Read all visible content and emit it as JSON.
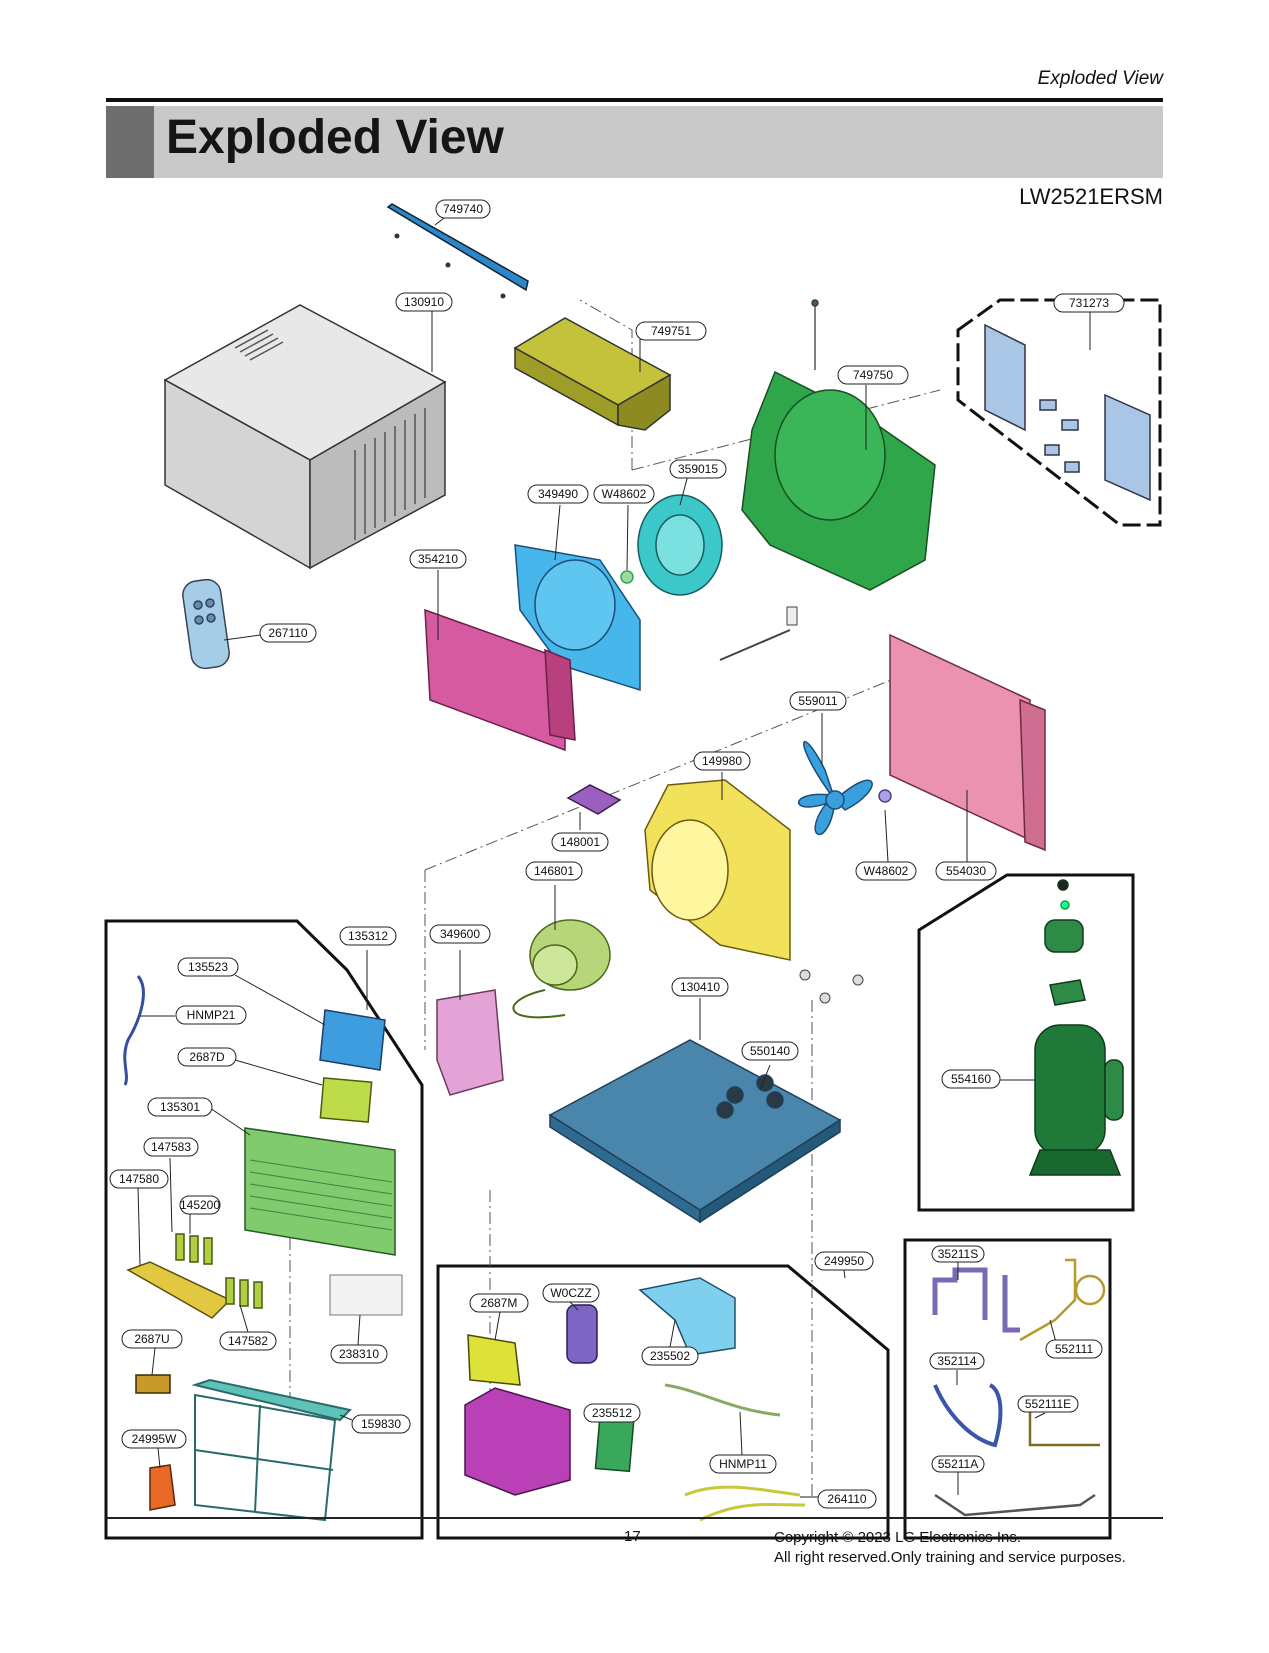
{
  "header": {
    "section_label": "Exploded View",
    "title": "Exploded View",
    "model": "LW2521ERSM"
  },
  "callouts": [
    "749740",
    "130910",
    "749751",
    "749750",
    "731273",
    "359015",
    "349490",
    "W48602",
    "354210",
    "267110",
    "559011",
    "149980",
    "148001",
    "146801",
    "W48602",
    "554030",
    "135312",
    "349600",
    "135523",
    "HNMP21",
    "2687D",
    "135301",
    "147583",
    "147580",
    "145200",
    "130410",
    "550140",
    "554160",
    "249950",
    "35211S",
    "552111",
    "352114",
    "552111E",
    "55211A",
    "W0CZZ",
    "2687M",
    "235502",
    "235512",
    "HNMP11",
    "264110",
    "238310",
    "147582",
    "2687U",
    "159830",
    "24995W"
  ],
  "footer": {
    "page_number": "17",
    "copyright_line1": "Copyright © 2023 LG Electronics Ins.",
    "copyright_line2": "All right reserved.Only training and service purposes."
  }
}
